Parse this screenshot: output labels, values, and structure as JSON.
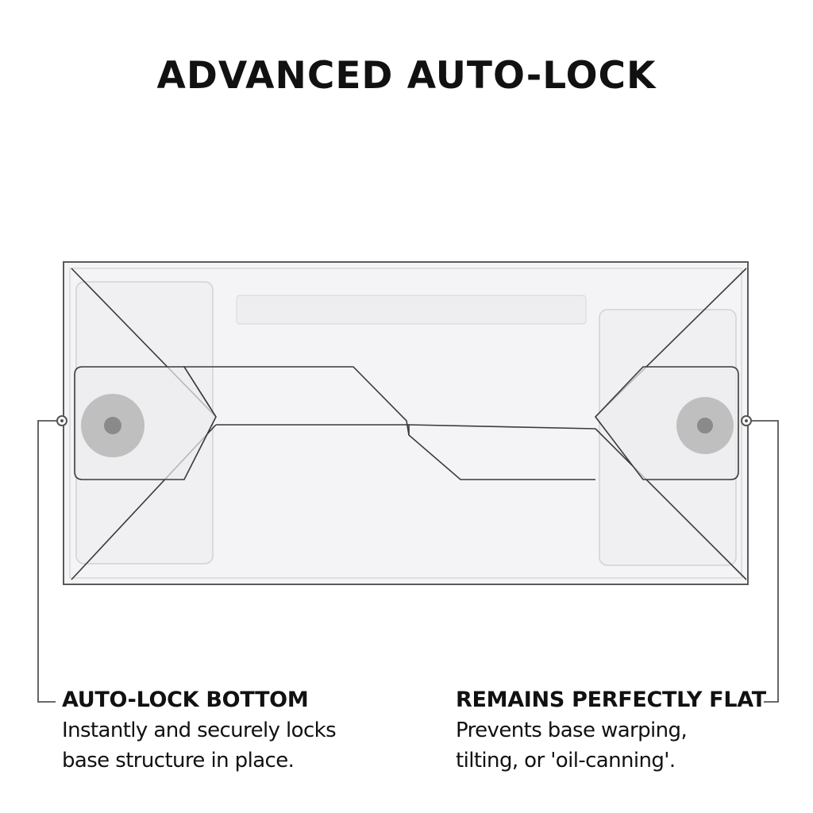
{
  "title": "ADVANCED AUTO-LOCK",
  "callouts": {
    "left": {
      "heading": "AUTO-LOCK BOTTOM",
      "line1": "Instantly and securely locks",
      "line2": "base structure in place."
    },
    "right": {
      "heading": "REMAINS PERFECTLY FLAT",
      "line1": "Prevents base warping,",
      "line2": "tilting, or 'oil-canning'."
    }
  },
  "colors": {
    "text": "#111111",
    "outline": "#3a3a3a",
    "panel": "#f3f3f5",
    "lock_disc": "#bdbdbd",
    "lock_center": "#8a8a8a"
  }
}
